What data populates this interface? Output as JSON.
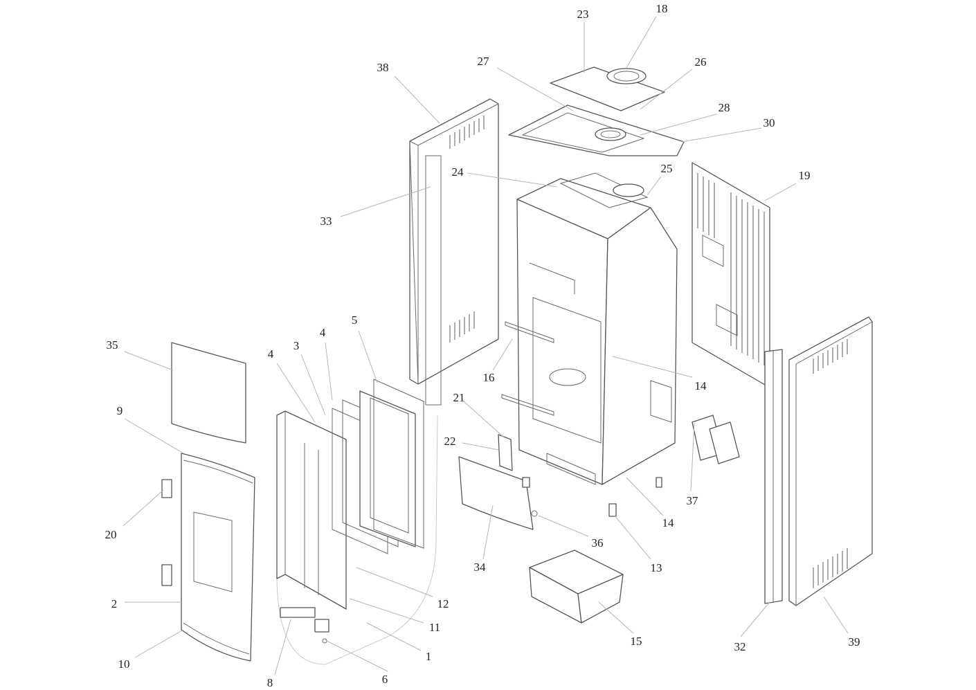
{
  "callouts": [
    {
      "id": "c1",
      "text": "1"
    },
    {
      "id": "c2",
      "text": "2"
    },
    {
      "id": "c3",
      "text": "3"
    },
    {
      "id": "c4a",
      "text": "4"
    },
    {
      "id": "c4b",
      "text": "4"
    },
    {
      "id": "c5",
      "text": "5"
    },
    {
      "id": "c6",
      "text": "6"
    },
    {
      "id": "c8",
      "text": "8"
    },
    {
      "id": "c9",
      "text": "9"
    },
    {
      "id": "c10",
      "text": "10"
    },
    {
      "id": "c11",
      "text": "11"
    },
    {
      "id": "c12",
      "text": "12"
    },
    {
      "id": "c13",
      "text": "13"
    },
    {
      "id": "c14a",
      "text": "14"
    },
    {
      "id": "c14b",
      "text": "14"
    },
    {
      "id": "c15",
      "text": "15"
    },
    {
      "id": "c16",
      "text": "16"
    },
    {
      "id": "c18",
      "text": "18"
    },
    {
      "id": "c19",
      "text": "19"
    },
    {
      "id": "c20",
      "text": "20"
    },
    {
      "id": "c21",
      "text": "21"
    },
    {
      "id": "c22",
      "text": "22"
    },
    {
      "id": "c23",
      "text": "23"
    },
    {
      "id": "c24",
      "text": "24"
    },
    {
      "id": "c25",
      "text": "25"
    },
    {
      "id": "c26",
      "text": "26"
    },
    {
      "id": "c27",
      "text": "27"
    },
    {
      "id": "c28",
      "text": "28"
    },
    {
      "id": "c30",
      "text": "30"
    },
    {
      "id": "c32",
      "text": "32"
    },
    {
      "id": "c33",
      "text": "33"
    },
    {
      "id": "c34",
      "text": "34"
    },
    {
      "id": "c35",
      "text": "35"
    },
    {
      "id": "c36",
      "text": "36"
    },
    {
      "id": "c37",
      "text": "37"
    },
    {
      "id": "c38",
      "text": "38"
    },
    {
      "id": "c39",
      "text": "39"
    }
  ]
}
